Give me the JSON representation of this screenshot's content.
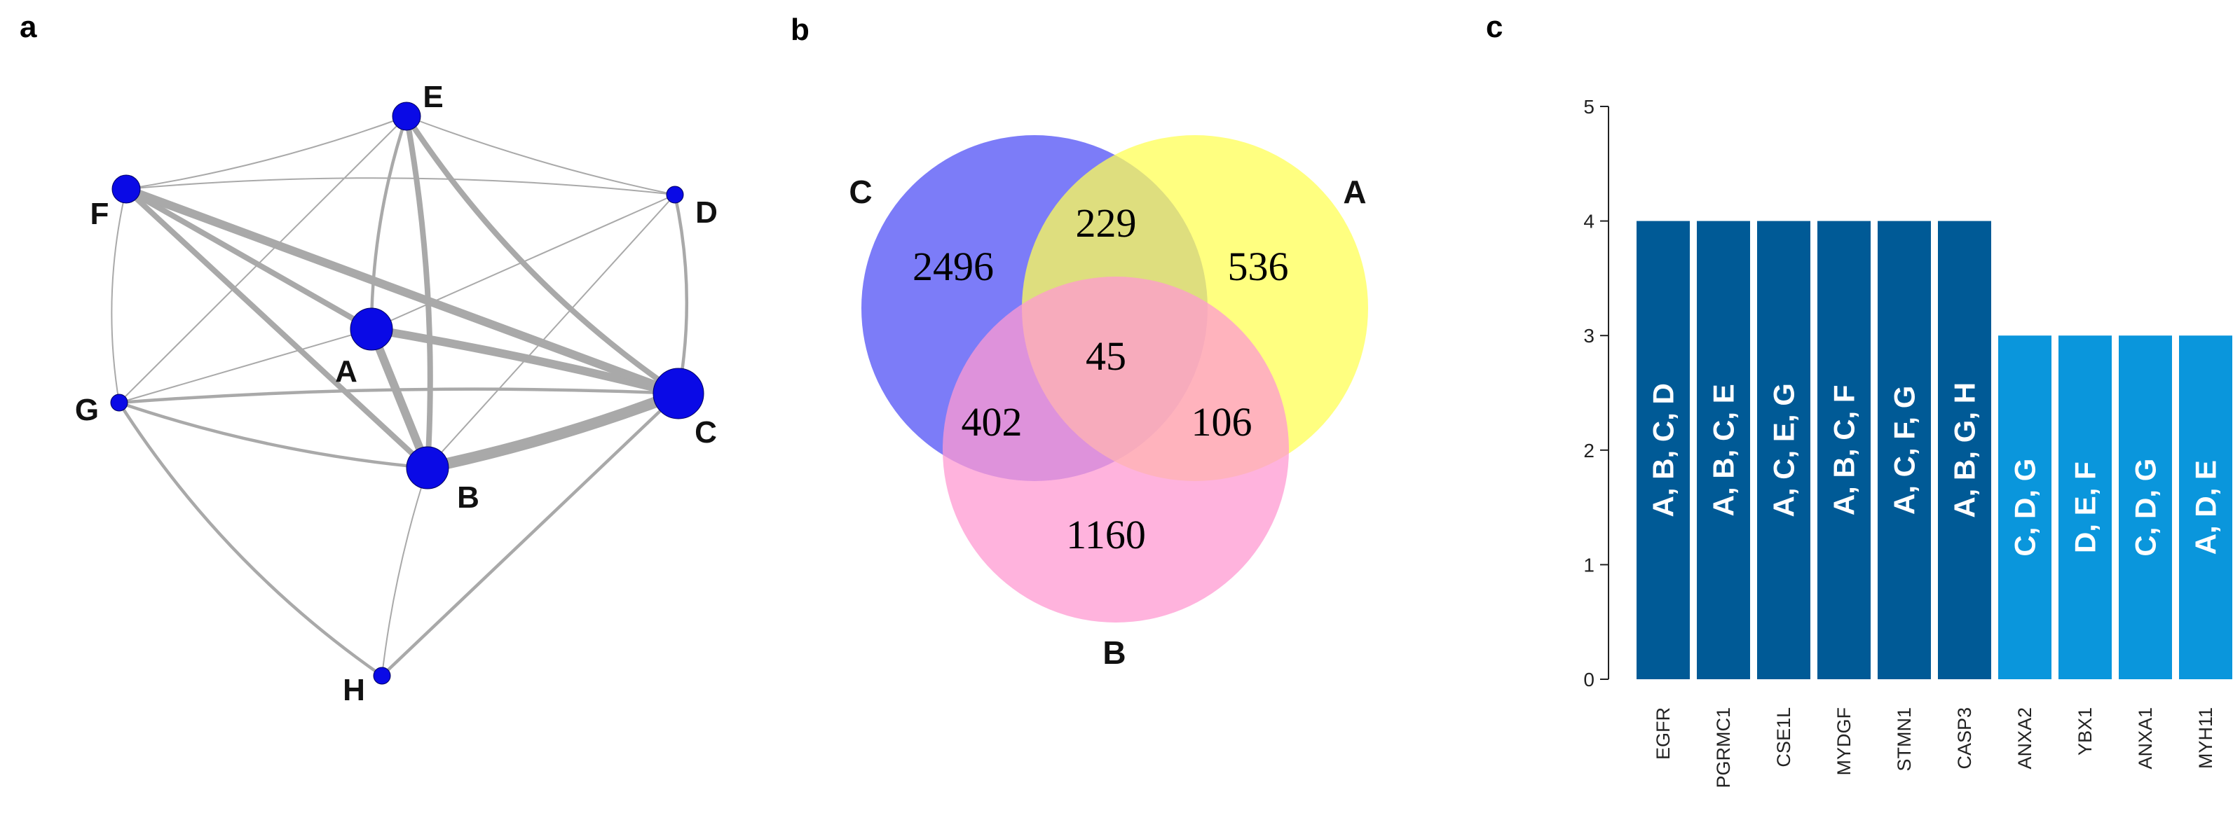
{
  "panels": {
    "a": "a",
    "b": "b",
    "c": "c"
  },
  "network": {
    "node_color": "#0a0ae6",
    "edge_color": "#a9a9a9",
    "nodes": [
      {
        "id": "A",
        "label": "A",
        "size": "large"
      },
      {
        "id": "B",
        "label": "B",
        "size": "large"
      },
      {
        "id": "C",
        "label": "C",
        "size": "xlarge"
      },
      {
        "id": "D",
        "label": "D",
        "size": "small"
      },
      {
        "id": "E",
        "label": "E",
        "size": "medium"
      },
      {
        "id": "F",
        "label": "F",
        "size": "medium"
      },
      {
        "id": "G",
        "label": "G",
        "size": "small"
      },
      {
        "id": "H",
        "label": "H",
        "size": "small"
      }
    ],
    "edges": [
      {
        "source": "A",
        "target": "C",
        "weight": 4
      },
      {
        "source": "B",
        "target": "C",
        "weight": 5
      },
      {
        "source": "F",
        "target": "C",
        "weight": 4
      },
      {
        "source": "A",
        "target": "B",
        "weight": 4
      },
      {
        "source": "E",
        "target": "C",
        "weight": 3
      },
      {
        "source": "E",
        "target": "B",
        "weight": 3
      },
      {
        "source": "E",
        "target": "A",
        "weight": 2
      },
      {
        "source": "F",
        "target": "B",
        "weight": 3
      },
      {
        "source": "F",
        "target": "A",
        "weight": 3
      },
      {
        "source": "G",
        "target": "C",
        "weight": 2
      },
      {
        "source": "G",
        "target": "B",
        "weight": 2
      },
      {
        "source": "G",
        "target": "A",
        "weight": 1
      },
      {
        "source": "D",
        "target": "C",
        "weight": 2
      },
      {
        "source": "H",
        "target": "C",
        "weight": 2
      },
      {
        "source": "E",
        "target": "F",
        "weight": 1
      },
      {
        "source": "E",
        "target": "D",
        "weight": 1
      },
      {
        "source": "F",
        "target": "D",
        "weight": 1
      },
      {
        "source": "F",
        "target": "G",
        "weight": 1
      },
      {
        "source": "E",
        "target": "G",
        "weight": 1
      },
      {
        "source": "D",
        "target": "A",
        "weight": 1
      },
      {
        "source": "D",
        "target": "B",
        "weight": 1
      },
      {
        "source": "H",
        "target": "B",
        "weight": 1
      },
      {
        "source": "G",
        "target": "H",
        "weight": 2
      }
    ]
  },
  "venn": {
    "sets": [
      {
        "id": "C",
        "label": "C",
        "color": "#5050f5"
      },
      {
        "id": "A",
        "label": "A",
        "color": "#ffff55"
      },
      {
        "id": "B",
        "label": "B",
        "color": "#ff9ad2"
      }
    ],
    "regions": {
      "C_only": "2496",
      "A_and_C": "229",
      "A_only": "536",
      "all_three": "45",
      "B_and_C": "402",
      "A_and_B": "106",
      "B_only": "1160"
    }
  },
  "chart_data": {
    "type": "bar",
    "categories": [
      "EGFR",
      "PGRMC1",
      "CSE1L",
      "MYDGF",
      "STMN1",
      "CASP3",
      "ANXA2",
      "YBX1",
      "ANXA1",
      "MYH11"
    ],
    "values": [
      4,
      4,
      4,
      4,
      4,
      4,
      3,
      3,
      3,
      3
    ],
    "bar_labels": [
      "A, B, C, D",
      "A, B, C, E",
      "A, C, E, G",
      "A, B, C, F",
      "A, C, F, G",
      "A, B, G, H",
      "C, D, G",
      "D, E, F",
      "C, D, G",
      "A, D, E"
    ],
    "yticks": [
      "0",
      "1",
      "2",
      "3",
      "4",
      "5"
    ],
    "ylim": [
      0,
      5
    ],
    "colors": {
      "count_4": "#005a96",
      "count_3": "#0a96dc"
    },
    "grid": false,
    "title": "",
    "xlabel": "",
    "ylabel": ""
  }
}
